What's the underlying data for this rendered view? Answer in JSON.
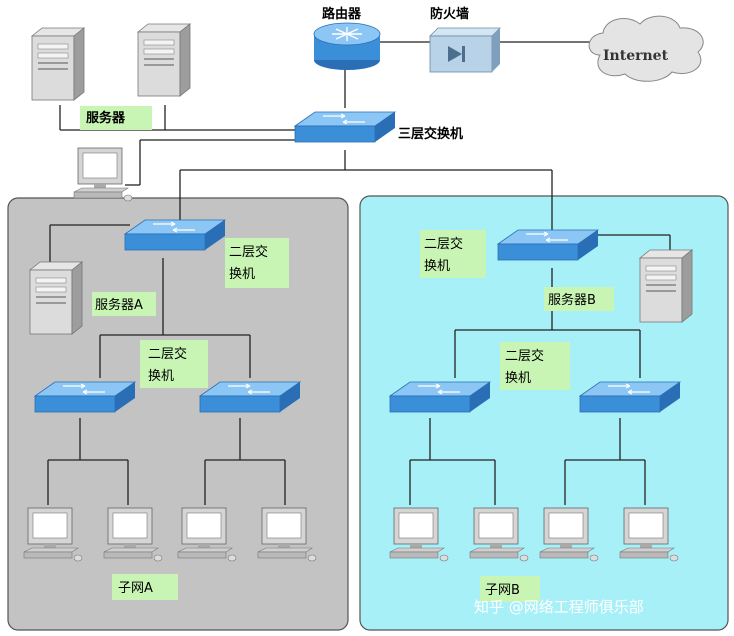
{
  "top": {
    "router_label": "路由器",
    "firewall_label": "防火墙",
    "internet_label": "Internet",
    "servers_label": "服务器",
    "l3_switch_label": "三层交换机"
  },
  "subnet_a": {
    "l2_switch_label_line1": "二层交",
    "l2_switch_label_line2": "换机",
    "server_label": "服务器A",
    "sub_switch_label_line1": "二层交",
    "sub_switch_label_line2": "换机",
    "subnet_label": "子网A"
  },
  "subnet_b": {
    "l2_switch_label_line1": "二层交",
    "l2_switch_label_line2": "换机",
    "server_label": "服务器B",
    "sub_switch_label_line1": "二层交",
    "sub_switch_label_line2": "换机",
    "subnet_label": "子网B"
  },
  "watermark": "知乎 @网络工程师俱乐部",
  "colors": {
    "subnet_a_bg": "#c3c3c3",
    "subnet_b_bg": "#a8f0f8",
    "label_bg": "#c9f5b4",
    "switch_blue": "#3b8fd8"
  }
}
